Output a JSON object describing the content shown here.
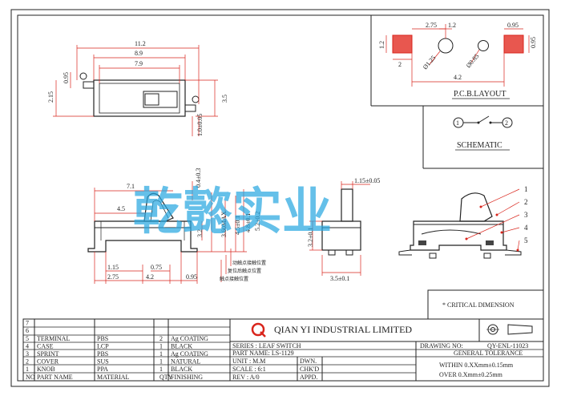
{
  "watermark": "乾懿实业",
  "pcb_layout": {
    "title": "P.C.B.LAYOUT",
    "dims": [
      "2.75",
      "1.2",
      "0.95",
      "1.2",
      "2",
      "0.95",
      "4.2",
      "Ø1.25",
      "Ø0.85"
    ]
  },
  "schematic": {
    "title": "SCHEMATIC",
    "pin1": "1",
    "pin2": "2"
  },
  "top_view": {
    "dims": [
      "11.2",
      "8.9",
      "7.9",
      "0.95",
      "2.15",
      "3.5",
      "1.0±0.05"
    ]
  },
  "front_view": {
    "dims": [
      "7.1",
      "4.5",
      "3.2",
      "1.15",
      "0.75",
      "2.75",
      "4.2",
      "0.95",
      "0.4±0.3",
      "3.60MAX",
      "4.5±0.1",
      "4.8±0.1",
      "5.2±0.2"
    ],
    "notes": [
      "动触点接触位置",
      "复位后触点位置",
      "触点接触位置"
    ]
  },
  "side_view": {
    "dims": [
      "1.15±0.05",
      "3.2±0.1",
      "3.5±0.1"
    ]
  },
  "callouts": [
    "1",
    "2",
    "3",
    "4",
    "5"
  ],
  "critical_note": "* CRITICAL  DIMENSION",
  "bom": {
    "rows": [
      {
        "no": "7",
        "part": "",
        "material": "",
        "qty": "",
        "finishing": ""
      },
      {
        "no": "6",
        "part": "",
        "material": "",
        "qty": "",
        "finishing": ""
      },
      {
        "no": "5",
        "part": "TERMINAL",
        "material": "PBS",
        "qty": "2",
        "finishing": "Ag COATING"
      },
      {
        "no": "4",
        "part": "CASE",
        "material": "LCP",
        "qty": "1",
        "finishing": "BLACK"
      },
      {
        "no": "3",
        "part": "SPRINT",
        "material": "PBS",
        "qty": "1",
        "finishing": "Ag COATING"
      },
      {
        "no": "2",
        "part": "COVER",
        "material": "SUS",
        "qty": "1",
        "finishing": "NATURAL"
      },
      {
        "no": "1",
        "part": "KNOB",
        "material": "PPA",
        "qty": "1",
        "finishing": "BLACK"
      }
    ],
    "header": {
      "no": "NO",
      "part": "PART NAME",
      "material": "MATERIAL",
      "qty": "QTY",
      "finishing": "FINISHING"
    }
  },
  "title_block": {
    "company": "QIAN  YI  INDUSTRIAL  LIMITED",
    "series": "SERIES : LEAF SWITCH",
    "part_name": "PART NAME: LS-1129",
    "unit": "UNIT  : M.M",
    "scale": "SCALE : 6:1",
    "rev": "REV   : A/0",
    "dwn": "DWN.",
    "chkd": "CHK'D",
    "appd": "APPD.",
    "drawing_no": "DRAWING NO:",
    "drawing_no_value": "QY-ENL-11023",
    "general_tolerance": "GENERAL TOLERANCE",
    "tol1": "WITHIN  0.XXmm±0.15mm",
    "tol2": "OVER    0.Xmm±0.25mm"
  },
  "colors": {
    "dim_red": "#d9251c",
    "watermark": "#2aa7e0",
    "logo": "#d9251c"
  }
}
